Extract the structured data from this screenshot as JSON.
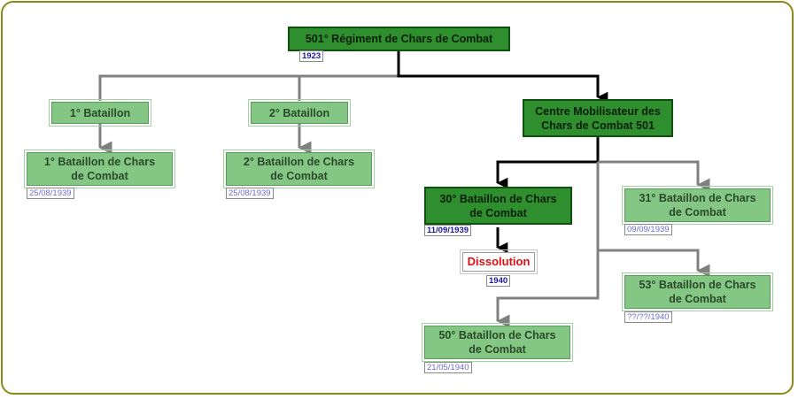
{
  "nodes": {
    "root": {
      "label": "501° Régiment de Chars de Combat",
      "date": "1923"
    },
    "bat1": {
      "label": "1° Bataillon"
    },
    "bat2": {
      "label": "2° Bataillon"
    },
    "cm501": {
      "label": "Centre Mobilisateur des Chars de Combat 501"
    },
    "bcc1": {
      "label": "1° Bataillon de Chars de Combat",
      "date": "25/08/1939"
    },
    "bcc2": {
      "label": "2° Bataillon de Chars de Combat",
      "date": "25/08/1939"
    },
    "bcc30": {
      "label": "30° Bataillon de Chars de Combat",
      "date": "11/09/1939"
    },
    "bcc31": {
      "label": "31° Bataillon de Chars de Combat",
      "date": "09/09/1939"
    },
    "dissolution": {
      "label": "Dissolution",
      "date": "1940"
    },
    "bcc53": {
      "label": "53° Bataillon de Chars de Combat",
      "date": "??/??/1940"
    },
    "bcc50": {
      "label": "50° Bataillon de Chars de Combat",
      "date": "21/05/1940"
    }
  },
  "colors": {
    "frame": "#8a8a1a",
    "dark_box": "#2f8f2f",
    "light_box": "#84c684",
    "dissolution_text": "#dd1111",
    "link_main": "#000000",
    "link_secondary": "#808080"
  }
}
